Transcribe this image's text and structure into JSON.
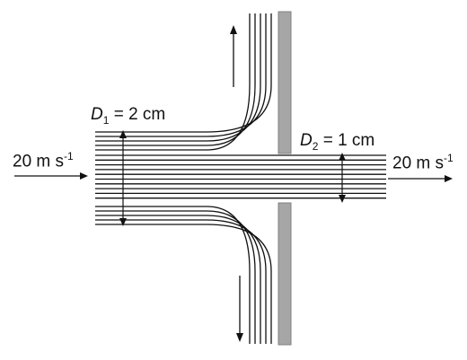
{
  "diagram": {
    "label_d1": {
      "symbol": "D",
      "subscript": "1",
      "rest": " = 2 cm"
    },
    "label_d2": {
      "symbol": "D",
      "subscript": "2",
      "rest": " = 1 cm"
    },
    "label_inlet": {
      "value": "20 m s",
      "superscript": "-1"
    },
    "label_outlet": {
      "value": "20 m s",
      "superscript": "-1"
    },
    "colors": {
      "lines": "#111111",
      "plate": "#a6a6a6",
      "plate_border": "#808080"
    }
  }
}
